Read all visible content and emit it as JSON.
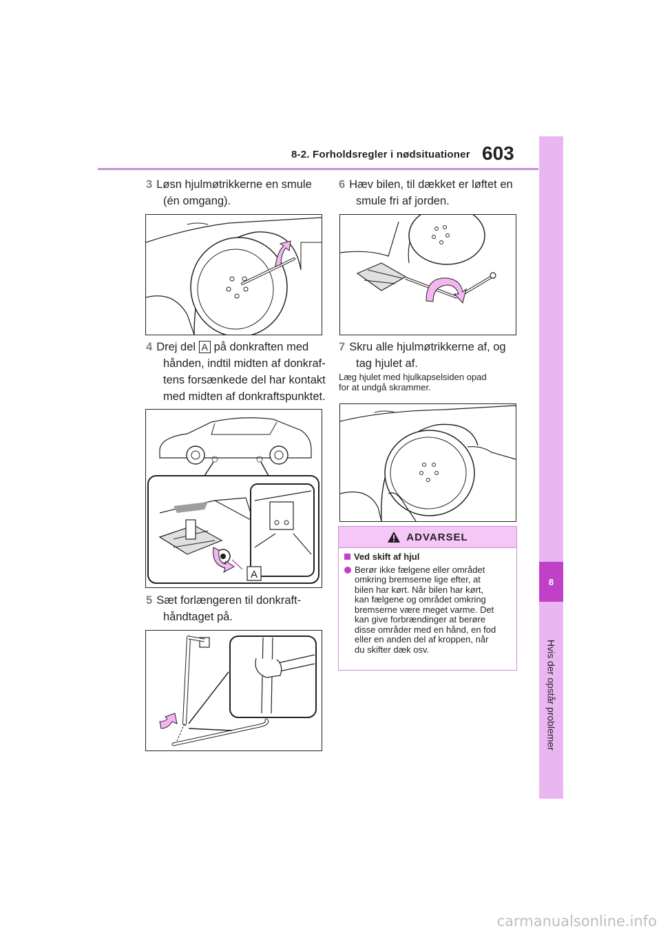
{
  "header": {
    "section": "8-2. Forholdsregler i nødsituationer",
    "page_number": "603"
  },
  "side_tab": {
    "chapter": "8",
    "label": "Hvis der opstår problemer"
  },
  "steps": {
    "s3": {
      "num": "3",
      "line1": "Løsn hjulmøtrikkerne en smule",
      "line2": "(én omgang)."
    },
    "s4": {
      "num": "4",
      "pre": "Drej del",
      "ref": "A",
      "post": "på donkraften med",
      "line2": "hånden, indtil midten af donkraf-",
      "line3": "tens forsænkede del har kontakt",
      "line4": "med midten af donkraftspunktet."
    },
    "s5": {
      "num": "5",
      "line1": "Sæt forlængeren til donkraft-",
      "line2": "håndtaget på."
    },
    "s6": {
      "num": "6",
      "line1": "Hæv bilen, til dækket er løftet en",
      "line2": "smule fri af jorden."
    },
    "s7": {
      "num": "7",
      "line1": "Skru alle hjulmøtrikkerne af, og",
      "line2": "tag hjulet af."
    }
  },
  "note": {
    "line1": "Læg hjulet med hjulkapselsiden opad",
    "line2": "for at undgå skrammer."
  },
  "figure_labels": {
    "jack_part": "A"
  },
  "warning": {
    "title": "ADVARSEL",
    "subtitle": "Ved skift af hjul",
    "lines": [
      "Berør ikke fælgene eller området",
      "omkring bremserne lige efter, at",
      "bilen har kørt. Når bilen har kørt,",
      "kan fælgene og området omkring",
      "bremserne være meget varme. Det",
      "kan give forbrændinger at berøre",
      "disse områder med en hånd, en fod",
      "eller en anden del af kroppen, når",
      "du skifter dæk osv."
    ]
  },
  "watermark": "carmanualsonline.info",
  "colors": {
    "accent": "#c040c8",
    "tab": "#eab6f1",
    "rule": "#c78fd4",
    "warn_head": "#f5c7f7"
  },
  "icons": [
    "warning-triangle-icon",
    "square-bullet-icon",
    "round-bullet-icon"
  ]
}
